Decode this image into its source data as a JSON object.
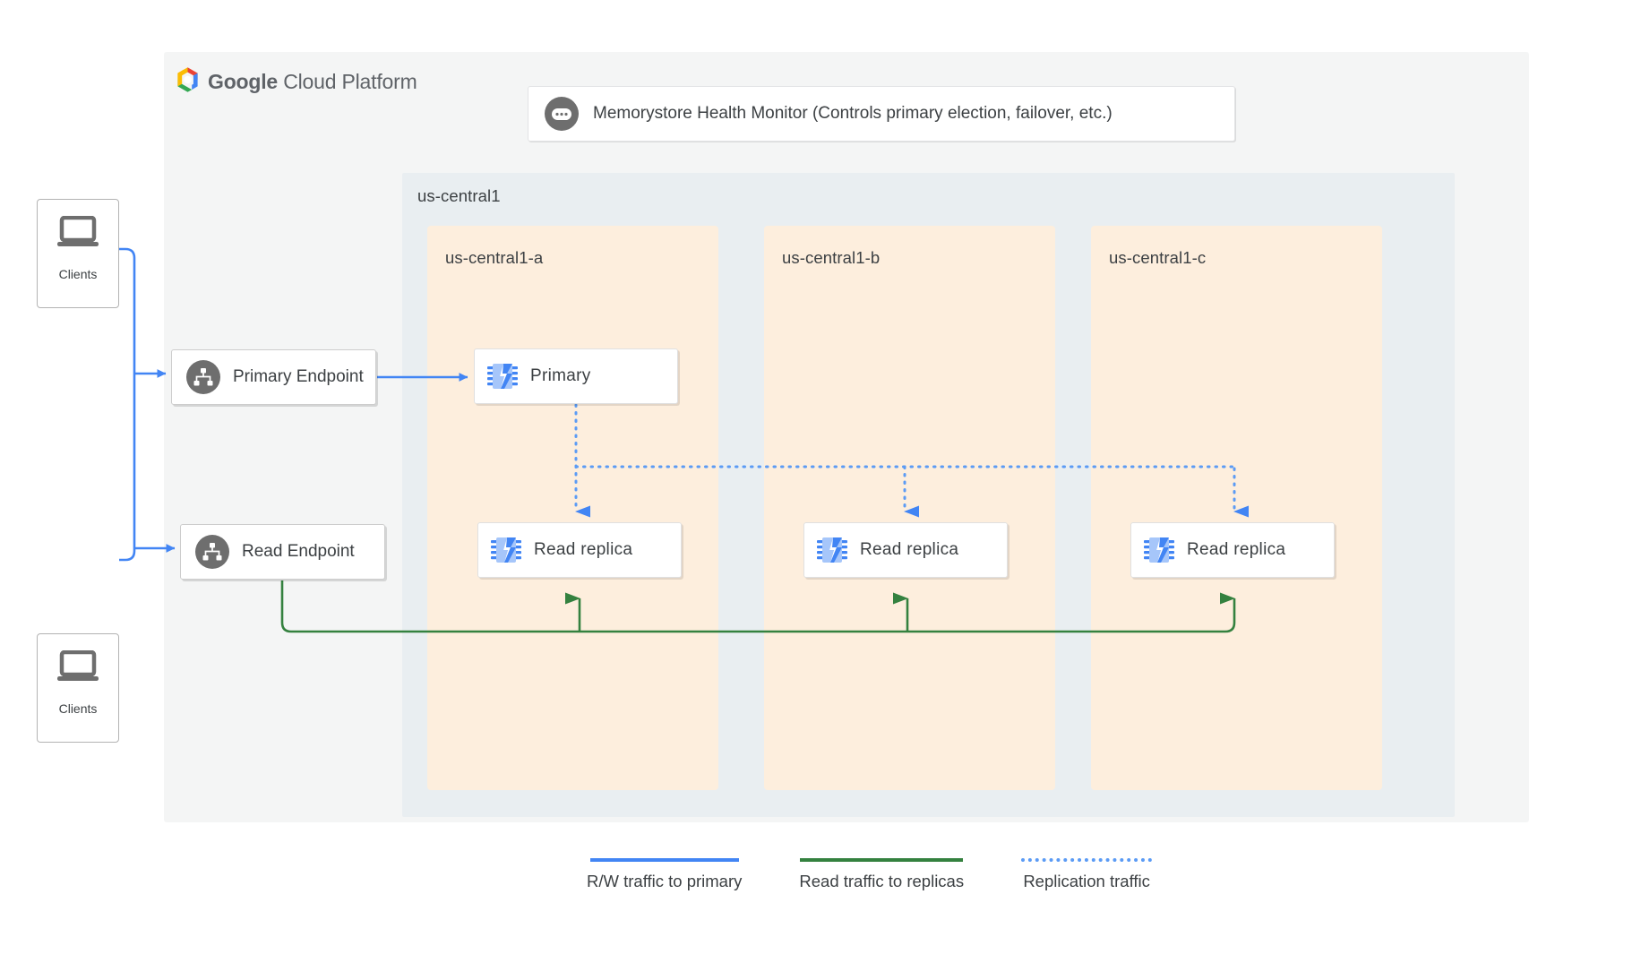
{
  "page": {
    "background": "#ffffff"
  },
  "platform": {
    "brand_prefix": "Google",
    "brand_suffix": " Cloud Platform",
    "logo_icon": "google-cloud-hexagon-icon",
    "panel_color": "#f4f5f5"
  },
  "health_monitor": {
    "icon": "health-monitor-icon",
    "label": "Memorystore Health Monitor (Controls primary election, failover, etc.)"
  },
  "region": {
    "label": "us-central1",
    "background": "#e9eef1",
    "zones": [
      {
        "label": "us-central1-a",
        "background": "#fdeedd"
      },
      {
        "label": "us-central1-b",
        "background": "#fdeedd"
      },
      {
        "label": "us-central1-c",
        "background": "#fdeedd"
      }
    ]
  },
  "clients": [
    {
      "label": "Clients",
      "icon": "laptop-icon"
    },
    {
      "label": "Clients",
      "icon": "laptop-icon"
    }
  ],
  "endpoints": [
    {
      "label": "Primary Endpoint",
      "icon": "hierarchy-icon"
    },
    {
      "label": "Read Endpoint",
      "icon": "hierarchy-icon"
    }
  ],
  "nodes": {
    "primary": {
      "label": "Primary",
      "icon": "memorystore-chip-icon",
      "zone": "us-central1-a"
    },
    "replicas": [
      {
        "label": "Read replica",
        "icon": "memorystore-chip-icon",
        "zone": "us-central1-a"
      },
      {
        "label": "Read replica",
        "icon": "memorystore-chip-icon",
        "zone": "us-central1-b"
      },
      {
        "label": "Read replica",
        "icon": "memorystore-chip-icon",
        "zone": "us-central1-c"
      }
    ]
  },
  "legend": [
    {
      "label": "R/W traffic to primary",
      "style": "solid",
      "color": "#4285f4"
    },
    {
      "label": "Read traffic to replicas",
      "style": "solid",
      "color": "#34813f"
    },
    {
      "label": "Replication traffic",
      "style": "dotted",
      "color": "#5b9bf5"
    }
  ],
  "colors": {
    "rw_traffic": "#4285f4",
    "read_traffic": "#34813f",
    "replication_traffic": "#5b9bf5",
    "panel": "#f4f5f5",
    "region": "#e9eef1",
    "zone": "#fdeedd",
    "icon_gray": "#6e6e6e",
    "text": "#3c4043"
  }
}
